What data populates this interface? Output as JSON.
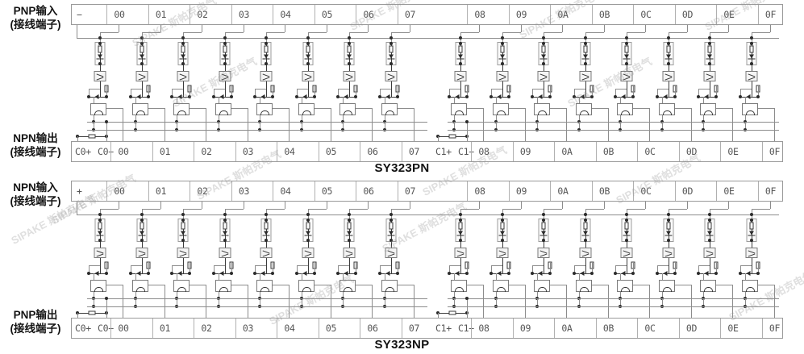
{
  "page": {
    "watermark_text": "SIPAKE 斯帕克电气",
    "wire_color": "#8c8c8c",
    "node_color": "#2b2b2b",
    "strip_border": "#9a9a9a"
  },
  "diagrams": [
    {
      "id": "sy323pn",
      "caption": "SY323PN",
      "top_label": {
        "line1": "PNP输入",
        "line2": "(接线端子)"
      },
      "bottom_label": {
        "line1": "NPN输出",
        "line2": "(接线端子)"
      },
      "top_polarity": "−",
      "top_terminals": [
        "00",
        "01",
        "02",
        "03",
        "04",
        "05",
        "06",
        "07",
        "08",
        "09",
        "0A",
        "0B",
        "0C",
        "0D",
        "0E",
        "0F"
      ],
      "bottom_common_a": [
        "C0+",
        "C0−"
      ],
      "bottom_common_b": [
        "C1+",
        "C1−"
      ],
      "bottom_terminals_group1": [
        "00",
        "01",
        "02",
        "03",
        "04",
        "05",
        "06",
        "07"
      ],
      "bottom_terminals_group2": [
        "08",
        "09",
        "0A",
        "0B",
        "0C",
        "0D",
        "0E",
        "0F"
      ]
    },
    {
      "id": "sy323np",
      "caption": "SY323NP",
      "top_label": {
        "line1": "NPN输入",
        "line2": "(接线端子)"
      },
      "bottom_label": {
        "line1": "PNP输出",
        "line2": "(接线端子)"
      },
      "top_polarity": "+",
      "top_terminals": [
        "00",
        "01",
        "02",
        "03",
        "04",
        "05",
        "06",
        "07",
        "08",
        "09",
        "0A",
        "0B",
        "0C",
        "0D",
        "0E",
        "0F"
      ],
      "bottom_common_a": [
        "C0+",
        "C0−"
      ],
      "bottom_common_b": [
        "C1+",
        "C1−"
      ],
      "bottom_terminals_group1": [
        "00",
        "01",
        "02",
        "03",
        "04",
        "05",
        "06",
        "07"
      ],
      "bottom_terminals_group2": [
        "08",
        "09",
        "0A",
        "0B",
        "0C",
        "0D",
        "0E",
        "0F"
      ]
    }
  ]
}
